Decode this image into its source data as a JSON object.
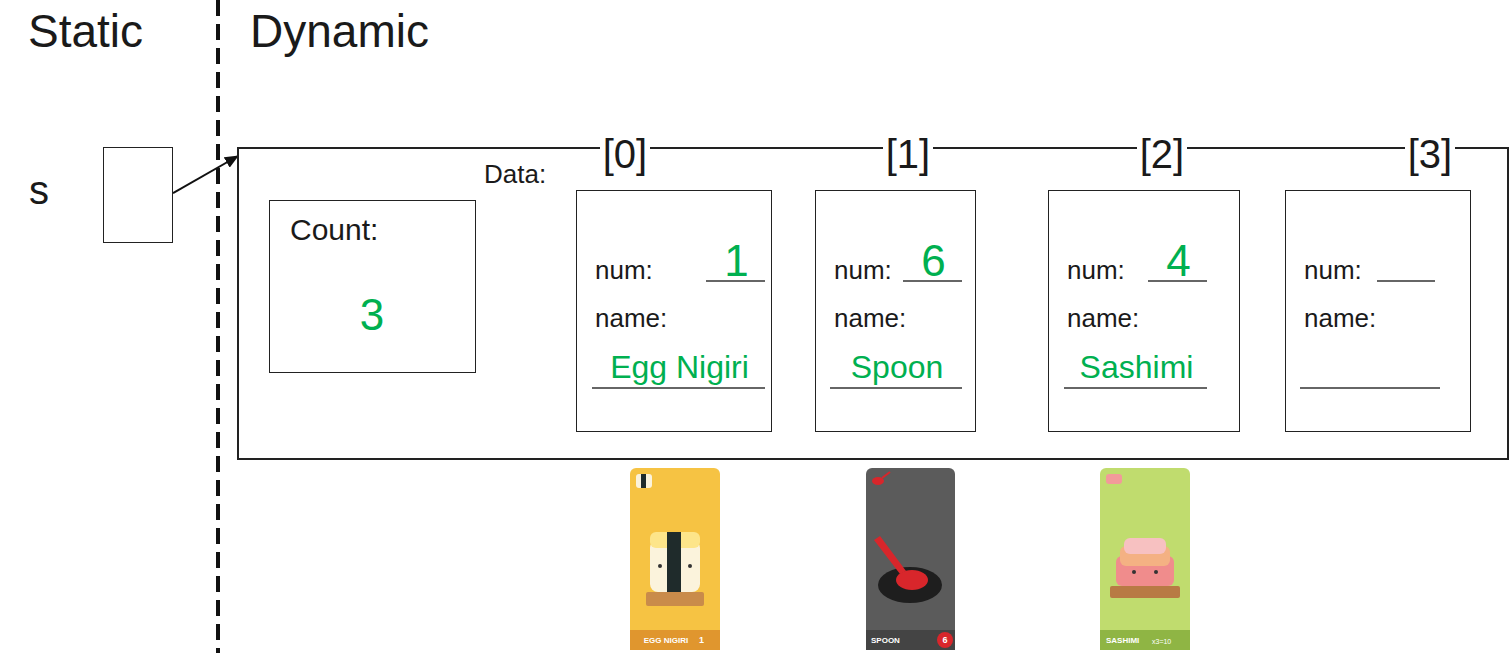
{
  "diagram": {
    "nodes": [
      {
        "text": [
          "s"
        ]
      },
      {
        "text": [
          "Data:"
        ]
      },
      {
        "text": [
          "Count:",
          "3"
        ],
        "in": 1
      },
      {
        "text": [
          "num:",
          "1",
          "name:",
          "Egg Nigiri"
        ],
        "in": 1
      },
      {
        "text": [
          "num:",
          "6",
          "name:",
          "Spoon"
        ],
        "in": 1
      },
      {
        "text": [
          "num:",
          "4",
          "name:",
          "Sashimi"
        ],
        "in": 1
      },
      {
        "text": [
          "num:",
          "name:"
        ],
        "in": 1
      }
    ],
    "edges": [
      {
        "from": 0,
        "to": 1,
        "arrow": "to"
      }
    ],
    "labels": [
      "Static",
      "Dynamic",
      "[0]",
      "[1]",
      "[2]",
      "[3]",
      "EGG NIGIRI",
      "1",
      "SPOON",
      "6",
      "SASHIMI",
      "x3=10"
    ]
  }
}
